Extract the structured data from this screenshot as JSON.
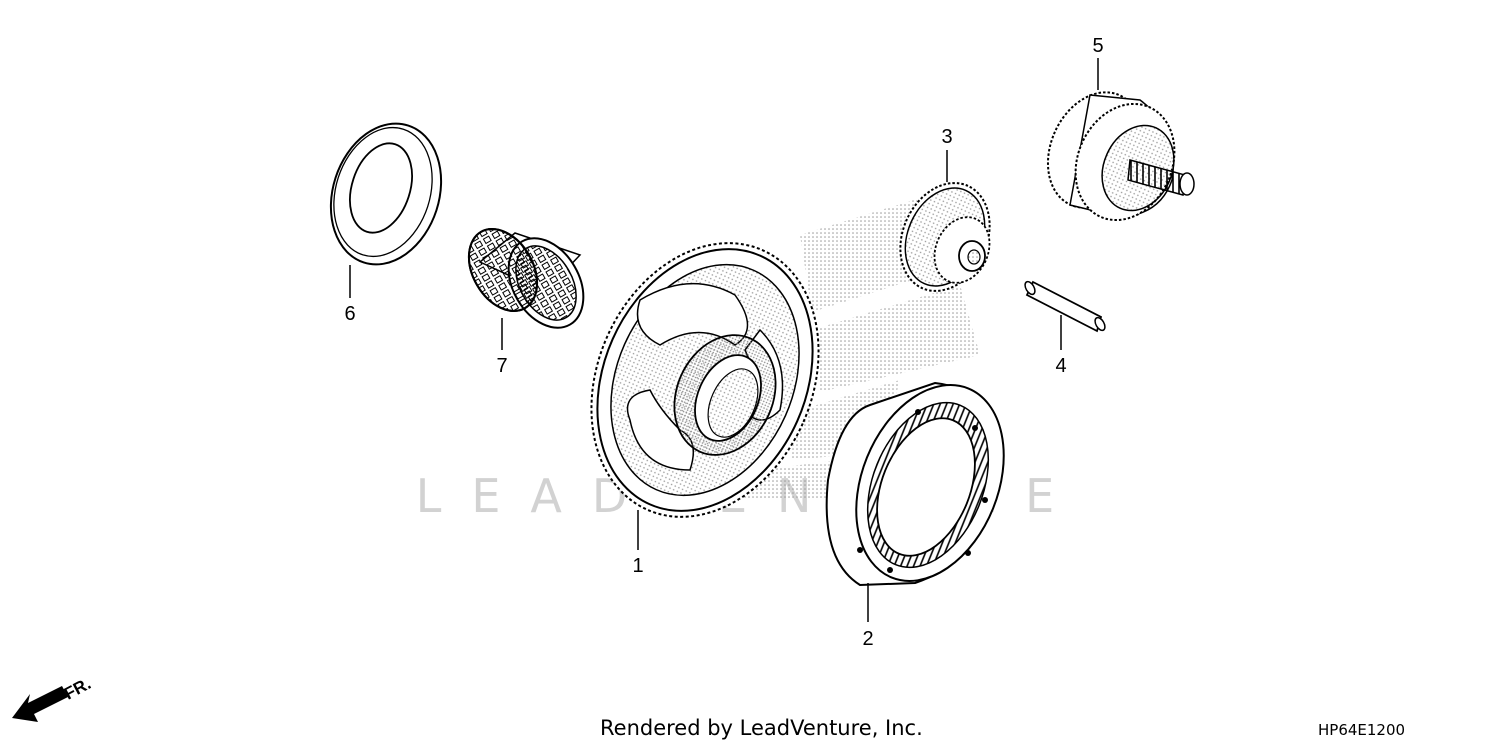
{
  "diagram": {
    "callouts": [
      "1",
      "2",
      "3",
      "4",
      "5",
      "6",
      "7"
    ],
    "direction_label": "FR.",
    "watermark": "LEADVENTURE"
  },
  "footer": {
    "credit": "Rendered by LeadVenture, Inc.",
    "code": "HP64E1200"
  },
  "colors": {
    "line": "#000000",
    "background": "#ffffff",
    "watermark": "#cccccc",
    "stipple": "#999999"
  }
}
